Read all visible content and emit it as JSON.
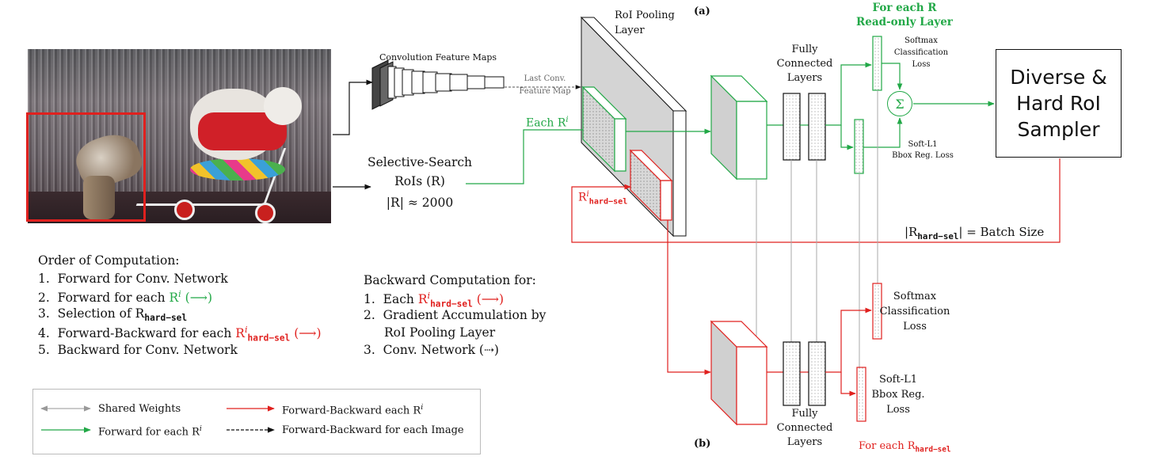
{
  "panel_labels": {
    "a": "(a)",
    "b": "(b)"
  },
  "top": {
    "header_line1": "For each R",
    "header_line2": "Read-only Layer",
    "roi_pooling_line1": "RoI Pooling",
    "roi_pooling_line2": "Layer",
    "conv_maps": "Convolution Feature Maps",
    "last_conv_line1": "Last Conv.",
    "last_conv_line2": "Feature Map",
    "selective_line1": "Selective-Search",
    "selective_line2": "RoIs (R)",
    "selective_line3": "|R| ≈ 2000",
    "each_r": "Each R",
    "each_r_sup": "i",
    "r_hard": "R",
    "r_hard_sup": "i",
    "r_hard_sub": "hard−sel",
    "fc_line1": "Fully",
    "fc_line2": "Connected",
    "fc_line3": "Layers",
    "softmax_line1": "Softmax",
    "softmax_line2": "Classification",
    "softmax_line3": "Loss",
    "bbox_line1": "Soft-L1",
    "bbox_line2": "Bbox Reg. Loss",
    "sigma": "Σ",
    "batch_prefix": "|R",
    "batch_sub": "hard−sel",
    "batch_suffix": "| = Batch Size"
  },
  "sampler": {
    "text": "Diverse &\nHard RoI\nSampler"
  },
  "bottom": {
    "softmax_line1": "Softmax",
    "softmax_line2": "Classification",
    "softmax_line3": "Loss",
    "bbox_line1": "Soft-L1",
    "bbox_line2": "Bbox Reg.",
    "bbox_line3": "Loss",
    "fc_line1": "Fully",
    "fc_line2": "Connected",
    "fc_line3": "Layers",
    "footer_prefix": "For each R",
    "footer_sub": "hard−sel"
  },
  "order": {
    "title": "Order of Computation:",
    "items": [
      {
        "num": "1.",
        "text": "Forward for Conv. Network"
      },
      {
        "num": "2.",
        "text": "Forward for each ",
        "r": "R",
        "sup": "i",
        "arrow": "(⟶)"
      },
      {
        "num": "3.",
        "text": "Selection of R",
        "sub": "hard−sel"
      },
      {
        "num": "4.",
        "text": "Forward-Backward for each ",
        "r": "R",
        "sup": "i",
        "sub": "hard−sel",
        "arrow": "(⟶)"
      },
      {
        "num": "5.",
        "text": "Backward for Conv. Network"
      }
    ]
  },
  "backward": {
    "title": "Backward Computation for:",
    "items": [
      {
        "num": "1.",
        "text": "Each ",
        "r": "R",
        "sup": "i",
        "sub": "hard−sel",
        "arrow": "(⟶)"
      },
      {
        "num": "2.",
        "text": "Gradient Accumulation by",
        "text2": "RoI Pooling Layer"
      },
      {
        "num": "3.",
        "text": "Conv. Network (⇢)"
      }
    ]
  },
  "legend": {
    "shared": "Shared Weights",
    "forward": "Forward for each R",
    "forward_sup": "i",
    "fb_each": "Forward-Backward each R",
    "fb_each_sup": "i",
    "fb_image": "Forward-Backward for each Image"
  },
  "colors": {
    "green": "#22a847",
    "red": "#e0201e",
    "gray": "#aaaaaa",
    "black": "#111111"
  }
}
